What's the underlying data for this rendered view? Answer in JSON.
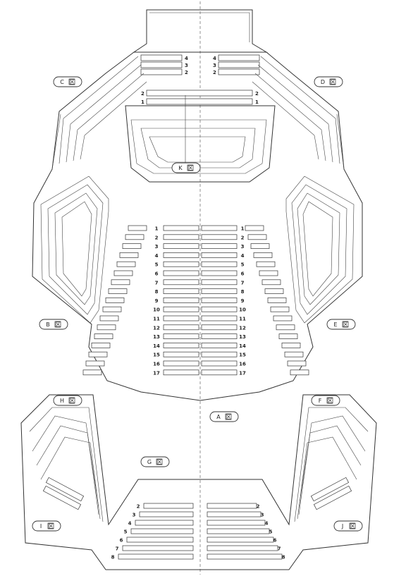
{
  "sections": [
    {
      "id": "A",
      "label": "A",
      "box": "区"
    },
    {
      "id": "B",
      "label": "B",
      "box": "区"
    },
    {
      "id": "C",
      "label": "C",
      "box": "区"
    },
    {
      "id": "D",
      "label": "D",
      "box": "区"
    },
    {
      "id": "E",
      "label": "E",
      "box": "区"
    },
    {
      "id": "F",
      "label": "F",
      "box": "区"
    },
    {
      "id": "G",
      "label": "G",
      "box": "区"
    },
    {
      "id": "H",
      "label": "H",
      "box": "区"
    },
    {
      "id": "I",
      "label": "I",
      "box": "区"
    },
    {
      "id": "J",
      "label": "J",
      "box": "区"
    },
    {
      "id": "K",
      "label": "K",
      "box": "区"
    }
  ],
  "main_rows": [
    "1",
    "2",
    "3",
    "4",
    "5",
    "6",
    "7",
    "8",
    "9",
    "10",
    "11",
    "12",
    "13",
    "14",
    "15",
    "16",
    "17"
  ],
  "upper_rows": [
    "4",
    "3",
    "2"
  ],
  "choir_rows": [
    "2",
    "1"
  ],
  "balcony_rows": [
    "2",
    "3",
    "4",
    "5",
    "6",
    "7",
    "8"
  ]
}
